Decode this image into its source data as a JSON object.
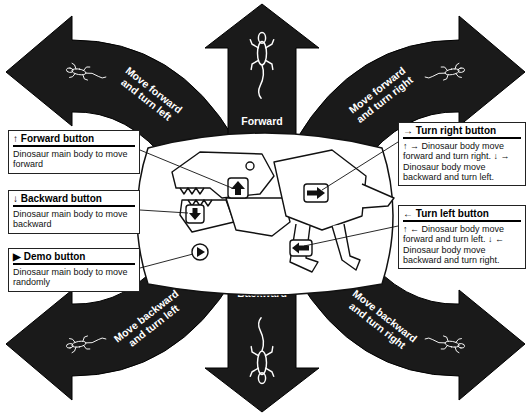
{
  "diagram": {
    "nodes": [
      {
        "text": [
          "Move forward and turn left"
        ]
      },
      {
        "text": [
          "Forward"
        ]
      },
      {
        "text": [
          "Move forward and turn right"
        ]
      },
      {
        "text": [
          "↑ Forward button",
          "Dinosaur main body to move forward"
        ]
      },
      {
        "text": [
          "→ Turn right button",
          "↑ → Dinosaur body move forward and turn right. ↓ → Dinosaur body move backward and turn left."
        ]
      },
      {
        "text": [
          "↓ Backward button",
          "Dinosaur main body to move backward"
        ]
      },
      {
        "text": [
          "▶ Demo button",
          "Dinosaur main body to move randomly"
        ]
      },
      {
        "text": [
          "← Turn left button",
          "↑ ← Dinosaur body move forward and turn left. ↓ ← Dinosaur body move backward and turn right."
        ]
      },
      {
        "text": [
          "Move backward and turn left"
        ]
      },
      {
        "text": [
          "Backward"
        ]
      },
      {
        "text": [
          "Move backward and turn right"
        ]
      }
    ]
  }
}
